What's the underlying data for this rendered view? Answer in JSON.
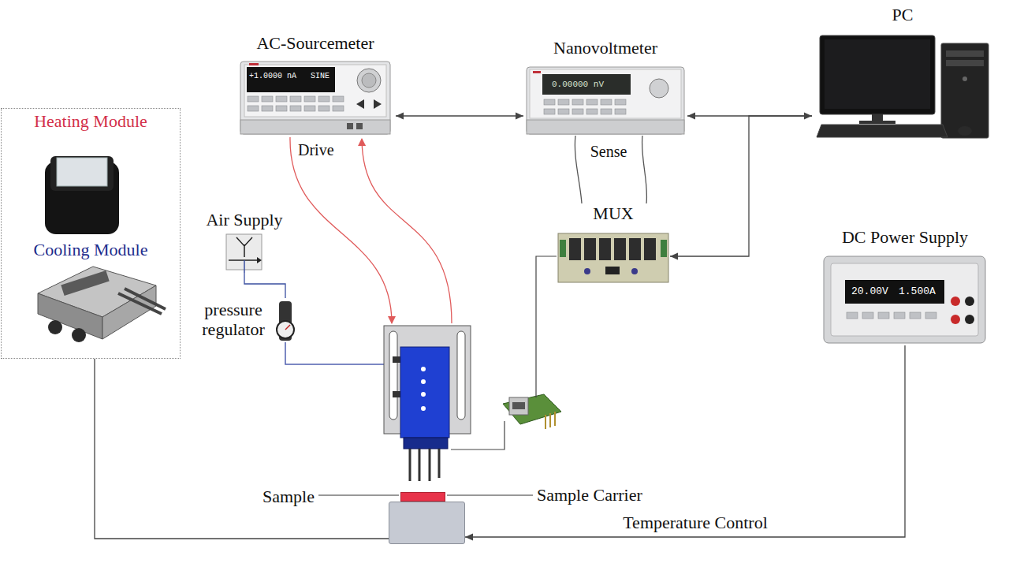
{
  "diagram": {
    "nodes": [
      {
        "text": [
          "AC-Sourcemeter"
        ]
      },
      {
        "text": [
          "Nanovoltmeter"
        ]
      },
      {
        "text": [
          "PC"
        ]
      },
      {
        "text": [
          "Heating Module",
          "Cooling Module"
        ]
      },
      {
        "text": [
          "Air Supply"
        ]
      },
      {
        "text": [
          "MUX"
        ]
      },
      {
        "text": [
          "pressure regulator"
        ]
      },
      {
        "text": [
          "DC Power Supply"
        ]
      },
      {
        "text": [
          "Sample"
        ]
      },
      {
        "text": [
          "Sample Carrier"
        ]
      }
    ],
    "edges": [
      {
        "from": 0,
        "to": 1,
        "arrow": "both"
      },
      {
        "from": 2,
        "to": 1,
        "arrow": "both"
      },
      {
        "from": 2,
        "to": 5,
        "arrow": "to"
      },
      {
        "from": 5,
        "to": 1,
        "label": "Sense",
        "arrow": "none"
      },
      {
        "from": 4,
        "to": 6,
        "arrow": "none"
      },
      {
        "from": 7,
        "to": 9,
        "label": "Temperature Control",
        "arrow": "to"
      },
      {
        "from": 3,
        "to": 9,
        "arrow": "none"
      }
    ],
    "labels": [
      "Drive",
      "+1.0000 nA",
      "SINE",
      "0.00000 nV",
      "20.00V",
      "1.500A"
    ]
  }
}
